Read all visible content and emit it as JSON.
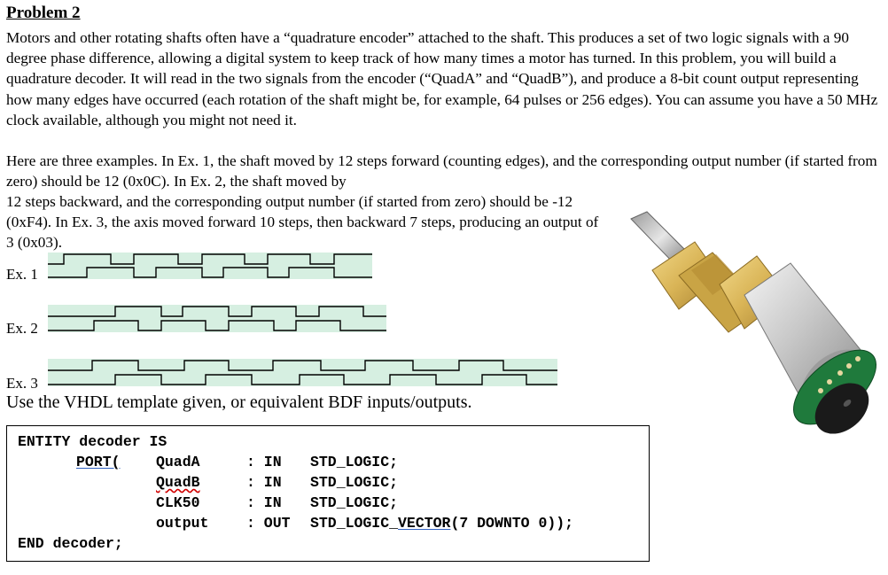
{
  "problem": {
    "title": "Problem 2",
    "para1": "Motors and other rotating shafts often have a “quadrature encoder” attached to the shaft.  This produces a set of two logic signals with a 90 degree phase difference, allowing a digital system to keep track of how many times a motor has turned.  In this problem, you will build a quadrature decoder.  It will read in the two signals from the encoder (“QuadA” and “QuadB”), and produce a 8-bit count output representing how many edges have occurred (each rotation of the shaft might be, for example, 64 pulses or 256 edges). You can assume you have a 50 MHz clock available, although you might not need it.",
    "para2a": "Here are three examples. In Ex. 1, the shaft moved by 12 steps forward (counting edges), and the corresponding output number (if started from zero) should be 12 (0x0C). In Ex. 2, the shaft moved by",
    "para2b": "12 steps backward, and the corresponding output number (if started from zero) should be -12 (0xF4). In Ex. 3, the axis moved forward 10 steps, then backward 7 steps, producing an output of 3 (0x03).",
    "ex1_label": "Ex. 1",
    "ex2_label": "Ex. 2",
    "ex3_label": "Ex. 3",
    "use_template": "Use the VHDL template given, or equivalent BDF inputs/outputs."
  },
  "vhdl": {
    "entity_line": "ENTITY decoder IS",
    "port_kw": "PORT(",
    "ports": [
      {
        "name": "QuadA",
        "dir": ": IN",
        "type": "STD_LOGIC;"
      },
      {
        "name": "QuadB",
        "dir": ": IN",
        "type": "STD_LOGIC;"
      },
      {
        "name": "CLK50",
        "dir": ": IN",
        "type": "STD_LOGIC;"
      },
      {
        "name": "output",
        "dir": ": OUT",
        "type_a": "STD_LOGIC_",
        "type_b": "VECTOR",
        "type_c": "(7 DOWNTO 0));"
      }
    ],
    "end_line": "END decoder;"
  },
  "colors": {
    "wave_band": "#d6efe1",
    "wave_line": "#000000",
    "spell_underline": "#d00000",
    "grammar_underline": "#3060c0"
  }
}
